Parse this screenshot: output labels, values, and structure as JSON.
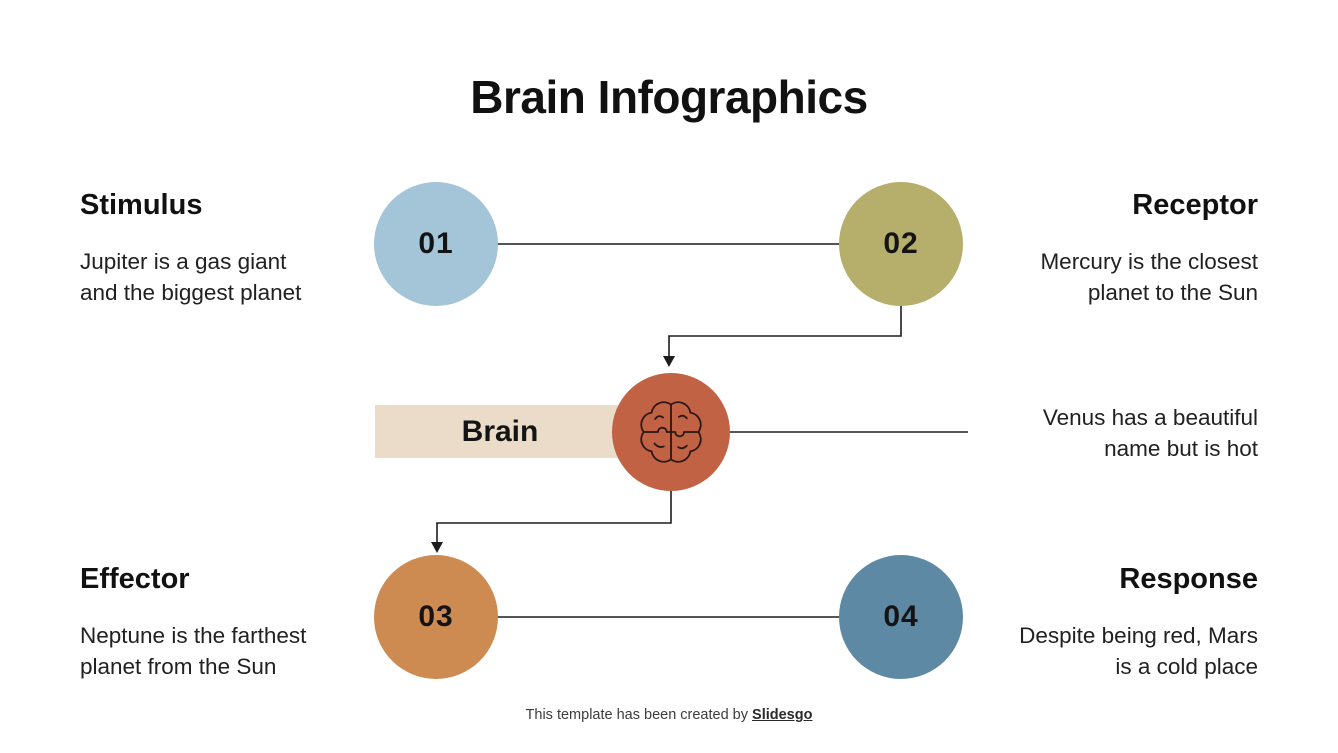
{
  "slide": {
    "title": "Brain Infographics"
  },
  "colors": {
    "background": "#ffffff",
    "heading_text": "#111111",
    "body_text": "#212121",
    "line": "#1d1d1d",
    "icon_stroke": "#2a1712",
    "footer_text": "#3c3c3c"
  },
  "nodes": [
    {
      "number": "01",
      "title": "Stimulus",
      "desc_lines": [
        "Jupiter is a gas giant",
        "and the biggest planet"
      ],
      "color": "#a4c4d8"
    },
    {
      "number": "02",
      "title": "Receptor",
      "desc_lines": [
        "Mercury is the closest",
        "planet to the Sun"
      ],
      "color": "#b5af6b"
    },
    {
      "number": "03",
      "title": "Effector",
      "desc_lines": [
        "Neptune is the farthest",
        "planet from the Sun"
      ],
      "color": "#cd8a51"
    },
    {
      "number": "04",
      "title": "Response",
      "desc_lines": [
        "Despite being red, Mars",
        "is a cold place"
      ],
      "color": "#5e89a4"
    }
  ],
  "center": {
    "label": "Brain",
    "label_bg": "#eadcc9",
    "circle_color": "#c16245",
    "icon": "brain-icon",
    "note_lines": [
      "Venus has a beautiful",
      "name but is hot"
    ]
  },
  "footer": {
    "prefix": "This template has been created by",
    "brand": "Slidesgo"
  }
}
